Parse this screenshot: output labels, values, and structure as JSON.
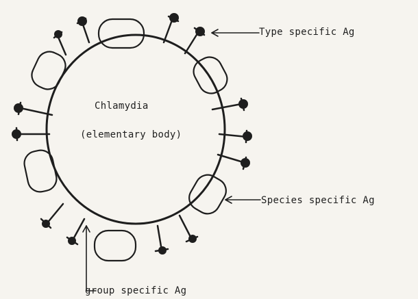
{
  "diagram": {
    "center_title": "Chlamydia",
    "center_subtitle": "(elementary body)",
    "labels": {
      "type_specific": "Type specific Ag",
      "species_specific": "Species specific Ag",
      "group_specific": "group specific Ag"
    }
  },
  "colors": {
    "ink": "#1e1e1e",
    "paper": "#f6f4ef"
  }
}
